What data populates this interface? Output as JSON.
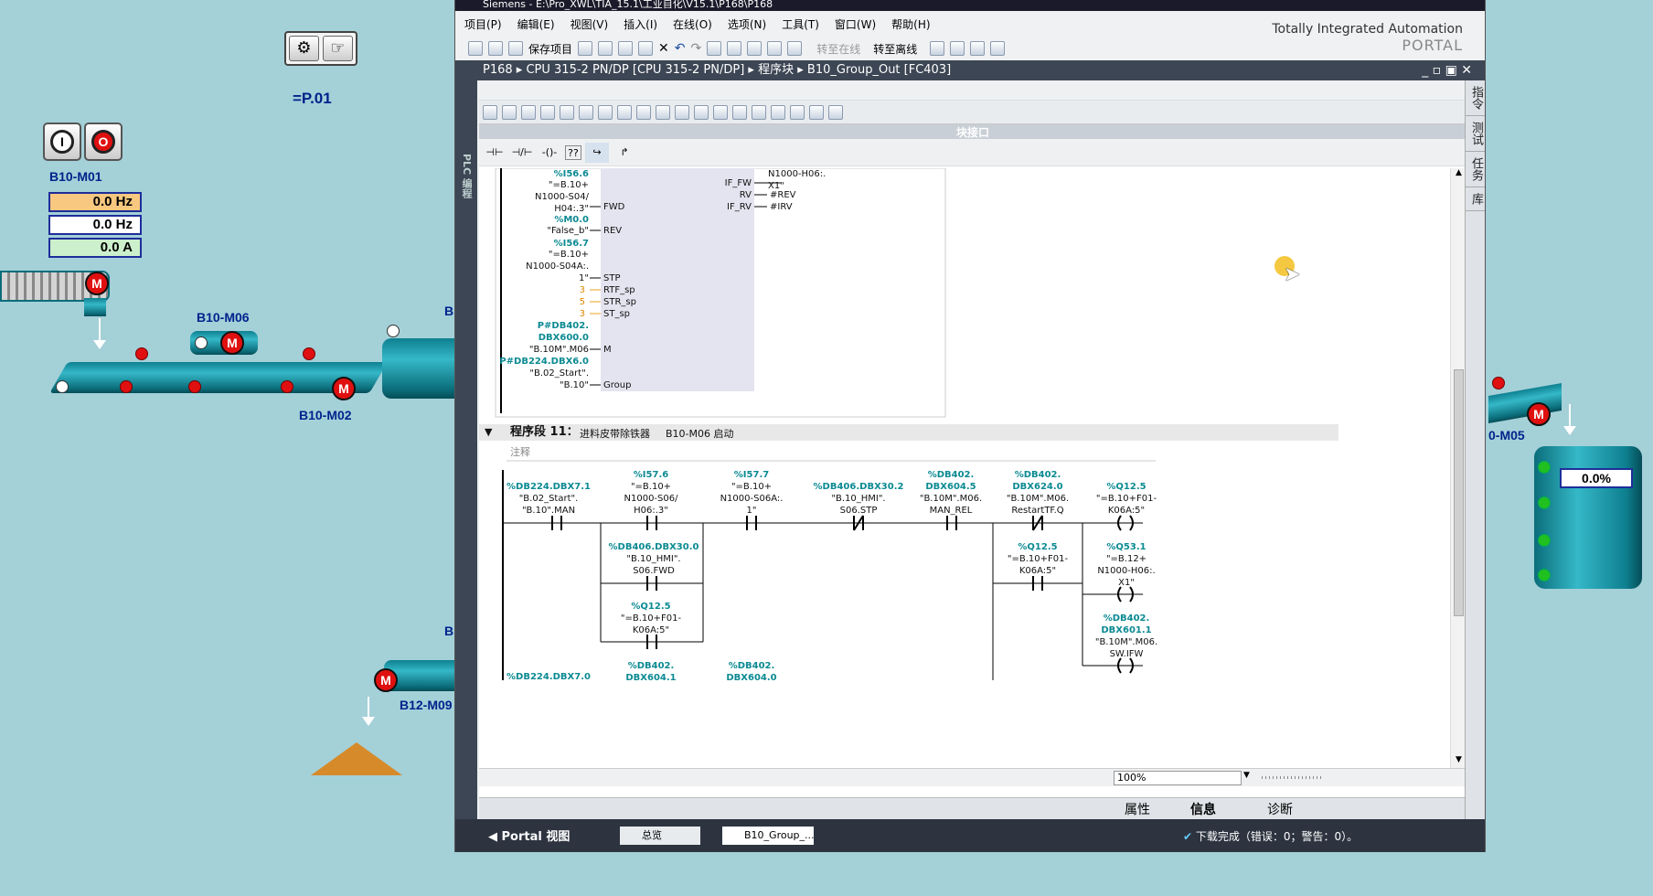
{
  "hmi": {
    "page_label": "=P.01",
    "motor_label": "M",
    "b10m01": {
      "label": "B10-M01",
      "freq_set": "0.0 Hz",
      "freq_act": "0.0 Hz",
      "current": "0.0 A"
    },
    "b10m06_label": "B10-M06",
    "b10m02_label": "B10-M02",
    "b12m09_label": "B12-M09",
    "m05_label": "0-M05",
    "tank_level": "0.0%",
    "b_label": "B"
  },
  "tia": {
    "title": "Siemens  -  E:\\Pro_XWL\\TIA_15.1\\工业自化\\V15.1\\P168\\P168",
    "menu": [
      "项目(P)",
      "编辑(E)",
      "视图(V)",
      "插入(I)",
      "在线(O)",
      "选项(N)",
      "工具(T)",
      "窗口(W)",
      "帮助(H)"
    ],
    "brand_line1": "Totally Integrated Automation",
    "brand_line2": "PORTAL",
    "toolbar": {
      "save": "保存项目",
      "go_online": "转至在线",
      "go_offline": "转至离线"
    },
    "breadcrumb": {
      "p1": "P168",
      "p2": "CPU 315-2 PN/DP [CPU 315-2 PN/DP]",
      "p3": "程序块",
      "p4": "B10_Group_Out [FC403]"
    },
    "left_tab": "PLC 编程",
    "block_interface": "块接口",
    "right_tabs": [
      "指令",
      "测试",
      "任务",
      "库"
    ],
    "zoom": "100%",
    "inspector_tabs": {
      "properties": "属性",
      "info": "信息",
      "diagnostics": "诊断"
    },
    "status": {
      "portal_view": "Portal 视图",
      "overview": "总览",
      "editor_tab": "B10_Group_...",
      "message": "下载完成（错误：0；警告：0）。"
    }
  },
  "network10": {
    "left_params": [
      {
        "addr": "%I56.6",
        "sym": "\"=B.10+\nN1000-S04/\nH04:.3\"",
        "pin": "FWD"
      },
      {
        "addr": "%M0.0",
        "sym": "\"False_b\"",
        "pin": "REV"
      },
      {
        "addr": "%I56.7",
        "sym": "\"=B.10+\nN1000-S04A:.\n1\"",
        "pin": "STP"
      },
      {
        "addr": "",
        "sym": "3",
        "pin": "RTF_sp"
      },
      {
        "addr": "",
        "sym": "5",
        "pin": "STR_sp"
      },
      {
        "addr": "",
        "sym": "3",
        "pin": "ST_sp"
      },
      {
        "addr": "P#DB402.\nDBX600.0",
        "sym": "\"B.10M\".M06",
        "pin": "M"
      },
      {
        "addr": "P#DB224.DBX6.0",
        "sym": "\"B.02_Start\".\n\"B.10\"",
        "pin": "Group"
      }
    ],
    "right_params": [
      {
        "pin": "",
        "sym": "N1000-H06:.\nX1\""
      },
      {
        "pin": "IF_FW",
        "sym": ""
      },
      {
        "pin": "RV",
        "sym": "#REV"
      },
      {
        "pin": "IF_RV",
        "sym": "#IRV"
      }
    ]
  },
  "network11": {
    "title": "程序段 11：",
    "name": "进料皮带除铁器",
    "desc": "B10-M06 启动",
    "comment": "注释",
    "contacts": [
      {
        "addr": "%DB224.DBX7.1",
        "sym": "\"B.02_Start\".\n\"B.10\".MAN"
      },
      {
        "addr": "%I57.6",
        "sym": "\"=B.10+\nN1000-S06/\nH06:.3\""
      },
      {
        "addr": "%I57.7",
        "sym": "\"=B.10+\nN1000-S06A:.\n1\""
      },
      {
        "addr": "%DB406.DBX30.2",
        "sym": "\"B.10_HMI\".\nS06.STP"
      },
      {
        "addr": "%DB402.\nDBX604.5",
        "sym": "\"B.10M\".M06.\nMAN_REL"
      },
      {
        "addr": "%DB402.\nDBX624.0",
        "sym": "\"B.10M\".M06.\nRestartTF.Q"
      },
      {
        "addr": "%Q12.5",
        "sym": "\"=B.10+F01-\nK06A:5\""
      },
      {
        "addr": "%DB406.DBX30.0",
        "sym": "\"B.10_HMI\".\nS06.FWD"
      },
      {
        "addr": "%Q12.5",
        "sym": "\"=B.10+F01-\nK06A:5\""
      },
      {
        "addr": "%Q12.5",
        "sym": "\"=B.10+F01-\nK06A:5\""
      },
      {
        "addr": "%Q53.1",
        "sym": "\"=B.12+\nN1000-H06:.\nX1\""
      },
      {
        "addr": "%DB402.\nDBX601.1",
        "sym": "\"B.10M\".M06.\nSW.IFW"
      },
      {
        "addr": "%DB224.DBX7.0",
        "sym": ""
      },
      {
        "addr": "%DB402.\nDBX604.1",
        "sym": ""
      },
      {
        "addr": "%DB402.\nDBX604.0",
        "sym": ""
      }
    ]
  }
}
